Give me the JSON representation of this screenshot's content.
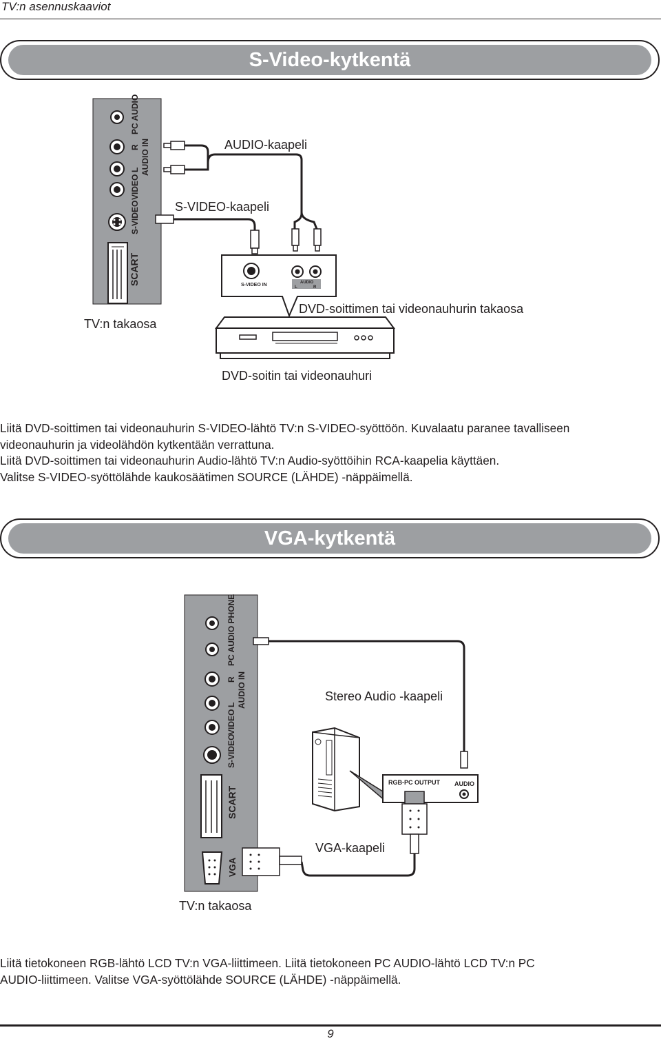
{
  "header": {
    "title": "TV:n asennuskaaviot"
  },
  "section1": {
    "title": "S-Video-kytkentä",
    "panel_labels": [
      "SCART",
      "S-VIDEO",
      "VIDEO",
      "L",
      "R",
      "AUDIO IN",
      "PC AUDIO"
    ],
    "labels": {
      "audio_cable": "AUDIO-kaapeli",
      "svideo_cable": "S-VIDEO-kaapeli",
      "tv_back": "TV:n takaosa",
      "dvd_back": "DVD-soittimen tai videonauhurin takaosa",
      "dvd_player": "DVD-soitin tai videonauhuri",
      "svideo_in": "S-VIDEO IN",
      "audio": "AUDIO",
      "audio_l": "L",
      "audio_r": "R"
    },
    "paragraph": [
      "Liitä DVD-soittimen tai videonauhurin S-VIDEO-lähtö TV:n S-VIDEO-syöttöön. Kuvalaatu paranee tavalliseen",
      "videonauhurin ja videolähdön kytkentään verrattuna.",
      "Liitä DVD-soittimen tai videonauhurin Audio-lähtö TV:n Audio-syöttöihin RCA-kaapelia käyttäen.",
      "Valitse S-VIDEO-syöttölähde kaukosäätimen SOURCE (LÄHDE) -näppäimellä."
    ]
  },
  "section2": {
    "title": "VGA-kytkentä",
    "panel_labels": [
      "VGA",
      "SCART",
      "S-VIDEO",
      "VIDEO",
      "L",
      "R",
      "AUDIO IN",
      "PC AUDIO PHONE"
    ],
    "labels": {
      "stereo_cable": "Stereo Audio -kaapeli",
      "vga_cable": "VGA-kaapeli",
      "tv_back": "TV:n takaosa",
      "rgb_pc_output": "RGB-PC OUTPUT",
      "audio": "AUDIO"
    },
    "paragraph": [
      "Liitä tietokoneen RGB-lähtö LCD TV:n VGA-liittimeen. Liitä tietokoneen PC AUDIO-lähtö LCD TV:n PC",
      "AUDIO-liittimeen. Valitse VGA-syöttölähde SOURCE (LÄHDE) -näppäimellä."
    ]
  },
  "footer": {
    "page_number": "9"
  },
  "colors": {
    "panel": "#9d9fa2",
    "banner": "#9d9fa2",
    "line": "#231f20"
  }
}
